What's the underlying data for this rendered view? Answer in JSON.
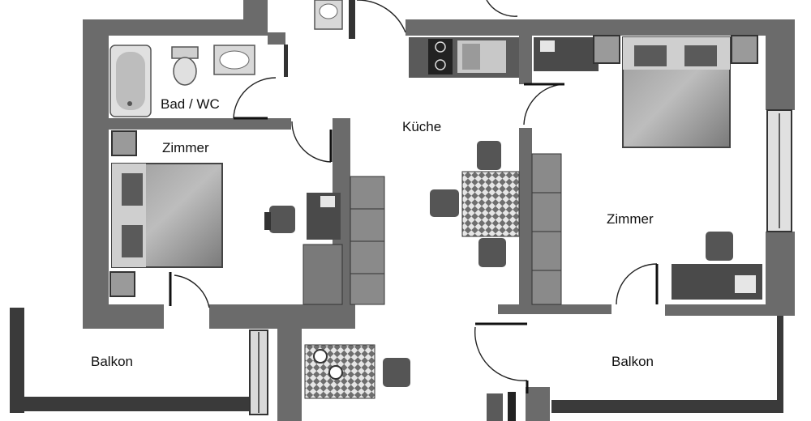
{
  "rooms": {
    "bad_wc": "Bad / WC",
    "zimmer_left": "Zimmer",
    "kueche": "Küche",
    "zimmer_right": "Zimmer",
    "balkon_left": "Balkon",
    "balkon_right": "Balkon"
  },
  "colors": {
    "wall": "#6b6b6b",
    "wall_dark": "#3a3a3a",
    "floor": "#ffffff",
    "furniture": "#8a8a8a",
    "furniture_dark": "#4a4a4a",
    "furniture_light": "#d8d8d8"
  },
  "icons": [
    "bathtub-icon",
    "toilet-icon",
    "sink-icon",
    "bed-icon",
    "chair-icon",
    "table-icon",
    "stove-icon",
    "desk-icon",
    "window-icon",
    "door-icon"
  ]
}
